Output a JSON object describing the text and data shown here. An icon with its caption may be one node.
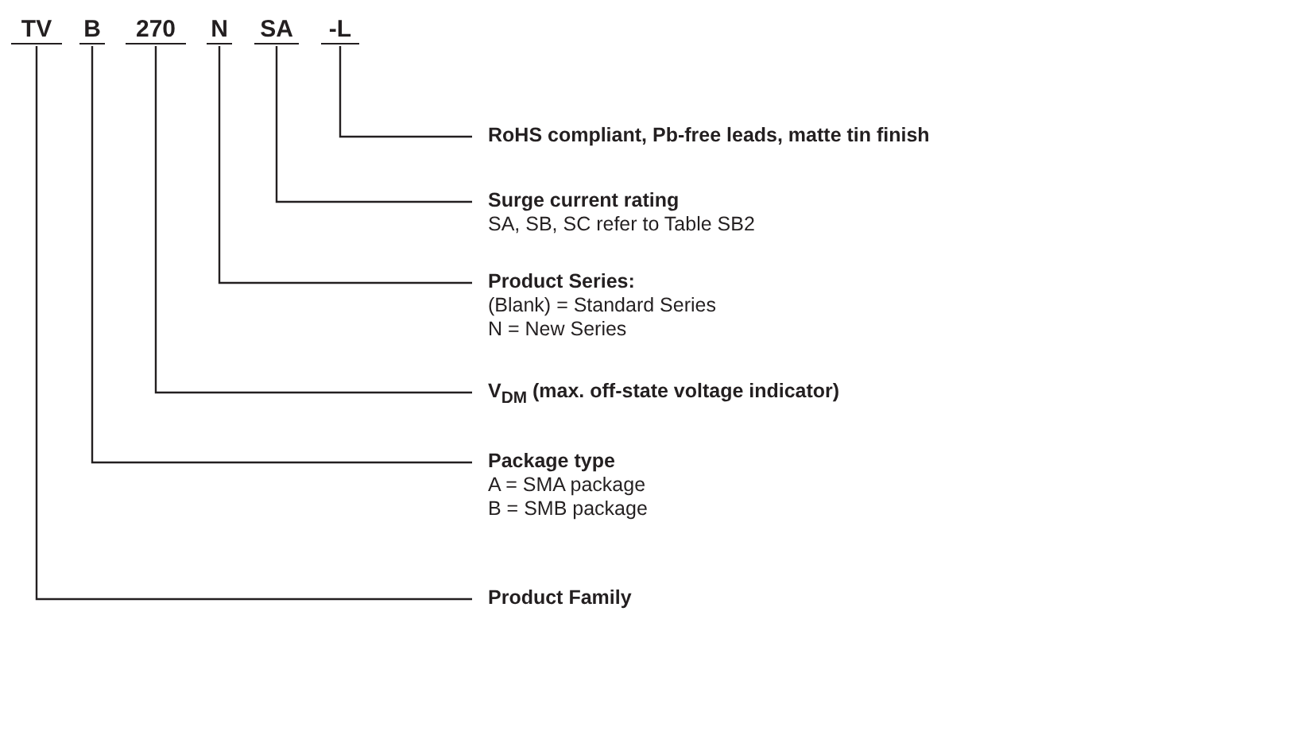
{
  "diagram": {
    "nodes": [
      {
        "text": [
          "TV"
        ]
      },
      {
        "text": [
          "B"
        ]
      },
      {
        "text": [
          "270"
        ]
      },
      {
        "text": [
          "N"
        ]
      },
      {
        "text": [
          "SA"
        ]
      },
      {
        "text": [
          "-L"
        ]
      },
      {
        "text": [
          "RoHS compliant, Pb-free leads, matte tin finish"
        ]
      },
      {
        "text": [
          "Surge current rating",
          "SA, SB, SC refer to Table SB2"
        ]
      },
      {
        "text": [
          "Product Series:",
          "(Blank) = Standard Series",
          "N = New Series"
        ]
      },
      {
        "text": [
          "V$_{DM}$ (max. off-state voltage indicator)"
        ]
      },
      {
        "text": [
          "Package type",
          "A = SMA package",
          "B = SMB package"
        ]
      },
      {
        "text": [
          "Product Family"
        ]
      }
    ],
    "edges": [
      {
        "from": 5,
        "to": 6,
        "arrow": "none"
      },
      {
        "from": 4,
        "to": 7,
        "arrow": "none"
      },
      {
        "from": 3,
        "to": 8,
        "arrow": "none"
      },
      {
        "from": 2,
        "to": 9,
        "arrow": "none"
      },
      {
        "from": 1,
        "to": 10,
        "arrow": "none"
      },
      {
        "from": 0,
        "to": 11,
        "arrow": "none"
      }
    ]
  }
}
